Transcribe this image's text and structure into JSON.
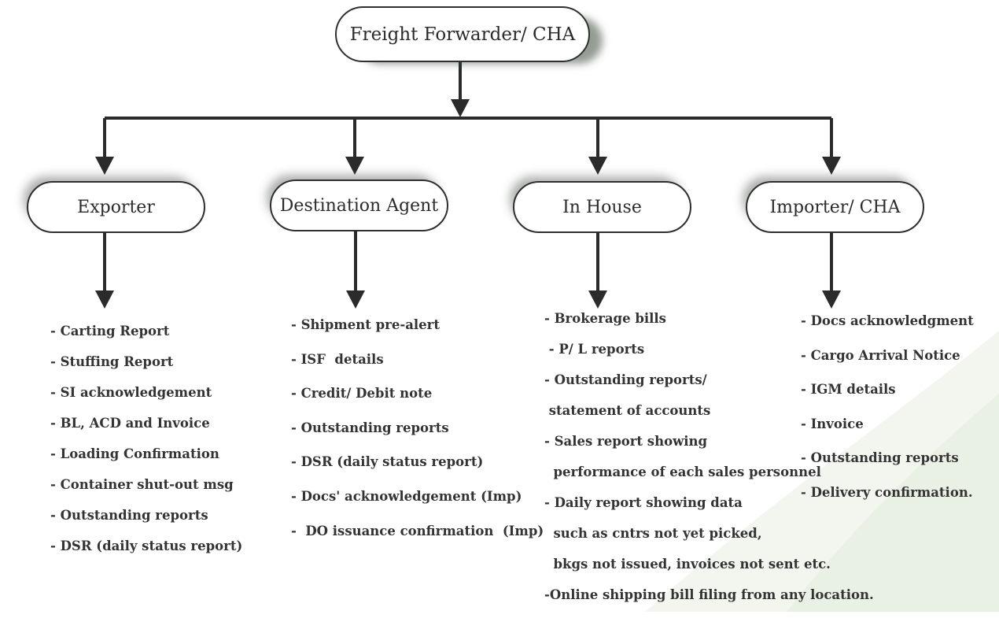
{
  "diagram": {
    "root": {
      "label": "Freight Forwarder/ CHA"
    },
    "branches": [
      {
        "label": "Exporter",
        "items": [
          "- Carting Report",
          "- Stuffing Report",
          "- SI acknowledgement",
          "- BL, ACD and Invoice",
          "- Loading Confirmation",
          "- Container shut-out msg",
          "- Outstanding reports",
          "- DSR (daily status report)"
        ]
      },
      {
        "label": "Destination Agent",
        "items": [
          "- Shipment pre-alert",
          "- ISF  details",
          "- Credit/ Debit note",
          "- Outstanding reports",
          "- DSR (daily status report)",
          "- Docs' acknowledgement (Imp)",
          "-  DO issuance confirmation  (Imp)"
        ]
      },
      {
        "label": "In House",
        "items": [
          "- Brokerage bills",
          " - P/ L reports",
          "- Outstanding reports/",
          " statement of accounts",
          "- Sales report showing",
          "  performance of each sales personnel",
          "- Daily report showing data",
          "  such as cntrs not yet picked,",
          "  bkgs not issued, invoices not sent etc.",
          "-Online shipping bill filing from any location."
        ]
      },
      {
        "label": "Importer/ CHA",
        "items": [
          "- Docs acknowledgment",
          "- Cargo Arrival Notice",
          "- IGM details",
          "- Invoice",
          "- Outstanding reports",
          "- Delivery confirmation."
        ]
      }
    ]
  },
  "colors": {
    "line": "#2b2b2b",
    "node_border": "#2f2f2f",
    "text": "#333333",
    "swoosh": "#eef3ea"
  }
}
